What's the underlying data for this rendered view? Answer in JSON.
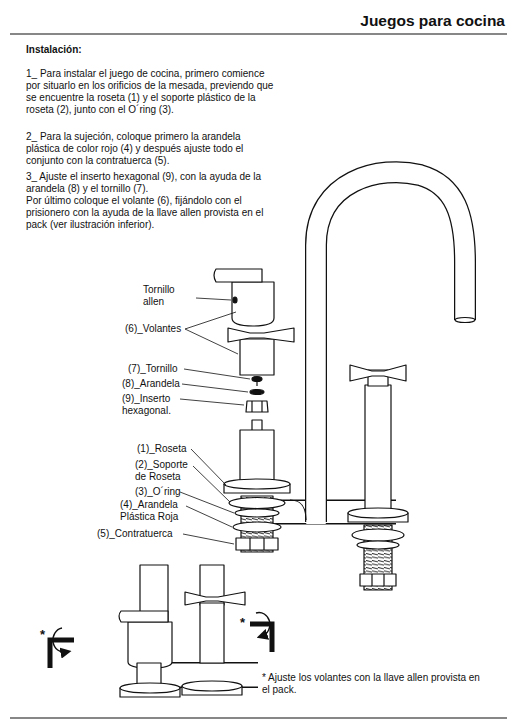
{
  "diagram": {
    "title": "Juegos para cocina",
    "labels": [
      "Instalación:",
      "1_ Para instalar el juego de cocina, primero comience por situarlo en los orificios de la mesada, previendo que se encuentre la roseta (1) y el soporte plástico de la roseta (2), junto con el O´ring (3).",
      "2_ Para la sujeción, coloque primero la arandela plástica de color rojo (4) y después ajuste todo el conjunto con la contratuerca (5).",
      "3_ Ajuste el inserto hexagonal (9), con la ayuda de la arandela (8) y el tornillo (7).",
      "Por último coloque el volante (6), fijándolo con el prisionero con la ayuda de la llave allen provista en el pack (ver ilustración inferior).",
      "Tornillo allen",
      "(6)_Volantes",
      "(7)_Tornillo",
      "(8)_Arandela",
      "(9)_Inserto hexagonal.",
      "(1)_Roseta",
      "(2)_Soporte de Roseta",
      "(3)_O´ring",
      "(4)_Arandela Plástica Roja",
      "(5)_Contratuerca",
      "*",
      "*",
      "* Ajuste los volantes con la llave allen provista en el pack."
    ]
  }
}
